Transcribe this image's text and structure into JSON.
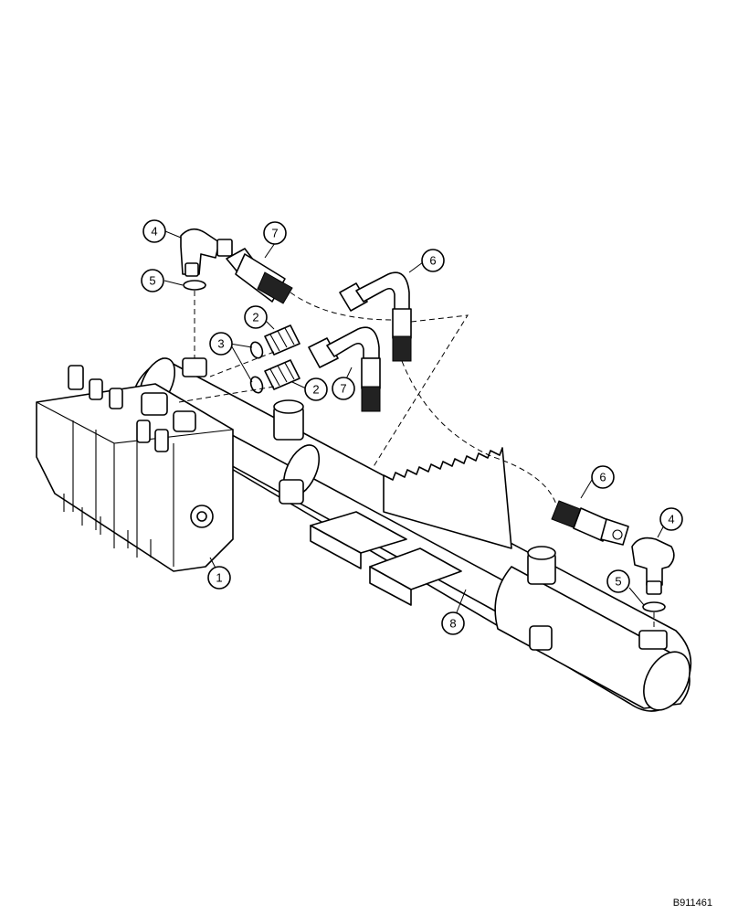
{
  "callouts": [
    {
      "id": "c1",
      "label": "1"
    },
    {
      "id": "c2a",
      "label": "2"
    },
    {
      "id": "c2b",
      "label": "2"
    },
    {
      "id": "c3",
      "label": "3"
    },
    {
      "id": "c4a",
      "label": "4"
    },
    {
      "id": "c4b",
      "label": "4"
    },
    {
      "id": "c5a",
      "label": "5"
    },
    {
      "id": "c5b",
      "label": "5"
    },
    {
      "id": "c6a",
      "label": "6"
    },
    {
      "id": "c6b",
      "label": "6"
    },
    {
      "id": "c7a",
      "label": "7"
    },
    {
      "id": "c7b",
      "label": "7"
    },
    {
      "id": "c8",
      "label": "8"
    }
  ],
  "figure_id": "B911461"
}
